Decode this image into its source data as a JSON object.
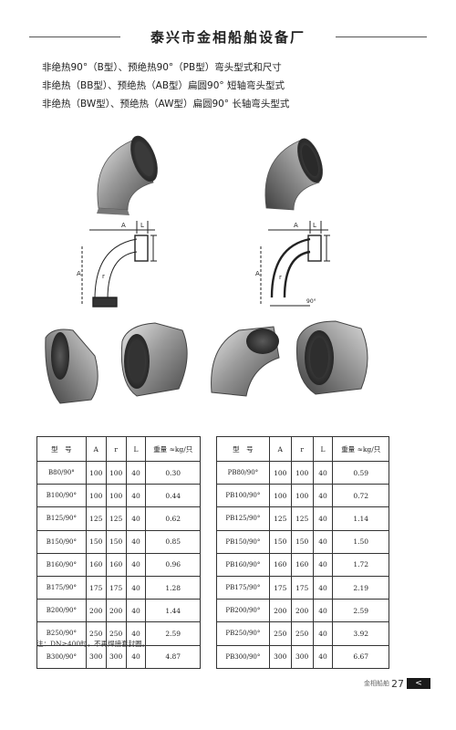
{
  "header": {
    "company": "泰兴市金相船舶设备厂"
  },
  "subtitles": [
    "非绝热90°（B型）、预绝热90°（PB型）弯头型式和尺寸",
    "非绝热（BB型）、预绝热（AB型）扁圆90° 短轴弯头型式",
    "非绝热（BW型）、预绝热（AW型）扁圆90° 长轴弯头型式"
  ],
  "diagram_labels": {
    "a": "A",
    "l": "L",
    "r": "r",
    "angle": "90°"
  },
  "table_left": {
    "headers": [
      "型　号",
      "A",
      "r",
      "L",
      "重量 ≈kg/只"
    ],
    "rows": [
      [
        "B80/90°",
        "100",
        "100",
        "40",
        "0.30"
      ],
      [
        "B100/90°",
        "100",
        "100",
        "40",
        "0.44"
      ],
      [
        "B125/90°",
        "125",
        "125",
        "40",
        "0.62"
      ],
      [
        "B150/90°",
        "150",
        "150",
        "40",
        "0.85"
      ],
      [
        "B160/90°",
        "160",
        "160",
        "40",
        "0.96"
      ],
      [
        "B175/90°",
        "175",
        "175",
        "40",
        "1.28"
      ],
      [
        "B200/90°",
        "200",
        "200",
        "40",
        "1.44"
      ],
      [
        "B250/90°",
        "250",
        "250",
        "40",
        "2.59"
      ],
      [
        "B300/90°",
        "300",
        "300",
        "40",
        "4.87"
      ]
    ]
  },
  "table_right": {
    "headers": [
      "型　号",
      "A",
      "r",
      "L",
      "重量 ≈kg/只"
    ],
    "rows": [
      [
        "PB80/90°",
        "100",
        "100",
        "40",
        "0.59"
      ],
      [
        "PB100/90°",
        "100",
        "100",
        "40",
        "0.72"
      ],
      [
        "PB125/90°",
        "125",
        "125",
        "40",
        "1.14"
      ],
      [
        "PB150/90°",
        "150",
        "150",
        "40",
        "1.50"
      ],
      [
        "PB160/90°",
        "160",
        "160",
        "40",
        "1.72"
      ],
      [
        "PB175/90°",
        "175",
        "175",
        "40",
        "2.19"
      ],
      [
        "PB200/90°",
        "200",
        "200",
        "40",
        "2.59"
      ],
      [
        "PB250/90°",
        "250",
        "250",
        "40",
        "3.92"
      ],
      [
        "PB300/90°",
        "300",
        "300",
        "40",
        "6.67"
      ]
    ]
  },
  "note": "注：DN≥400时，不再焊接套封圈。",
  "footer": {
    "label": "金相船舶",
    "page": "27",
    "arrow": "<"
  }
}
